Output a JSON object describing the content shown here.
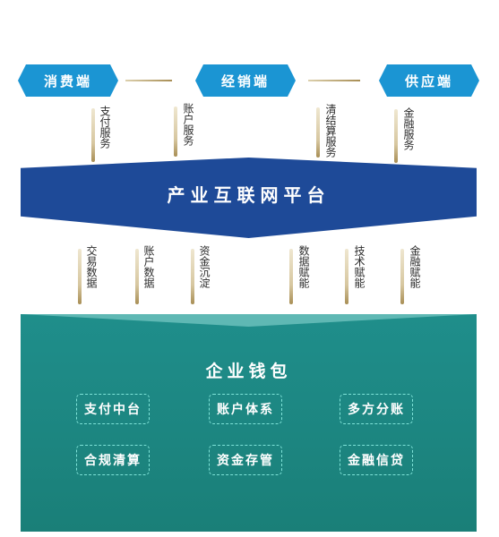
{
  "terminals": [
    {
      "label": "消费端"
    },
    {
      "label": "经销端"
    },
    {
      "label": "供应端"
    }
  ],
  "top_services": [
    "支付服务",
    "账户服务",
    "清结算服务",
    "金融服务"
  ],
  "platform": {
    "title": "产业互联网平台"
  },
  "platform_outputs": [
    "交易数据",
    "账户数据",
    "资金沉淀",
    "数据赋能",
    "技术赋能",
    "金融赋能"
  ],
  "wallet": {
    "title": "企业钱包",
    "modules": [
      "支付中台",
      "账户体系",
      "多方分账",
      "合规清算",
      "资金存管",
      "金融信贷"
    ]
  },
  "colors": {
    "terminal_blue": "#1b95d3",
    "platform_navy": "#1e4a98",
    "wallet_teal": "#1a7f78",
    "gold_post": "#c8b587"
  }
}
